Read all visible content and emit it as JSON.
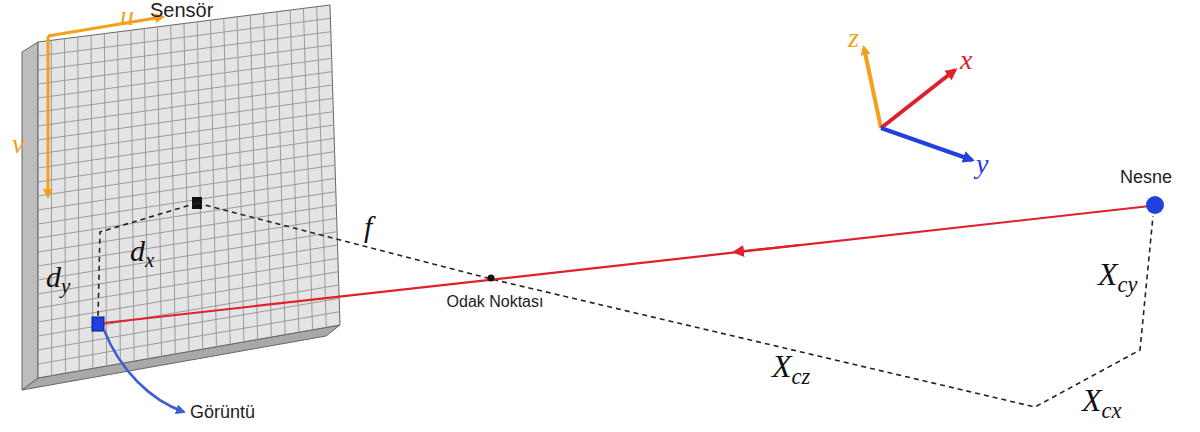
{
  "diagram": {
    "labels": [
      "Sensör",
      "u",
      "v",
      "dx",
      "dy",
      "f",
      "Odak Noktası",
      "Görüntü",
      "Nesne",
      "Xcz",
      "Xcy",
      "Xcx",
      "z",
      "x",
      "y"
    ]
  }
}
